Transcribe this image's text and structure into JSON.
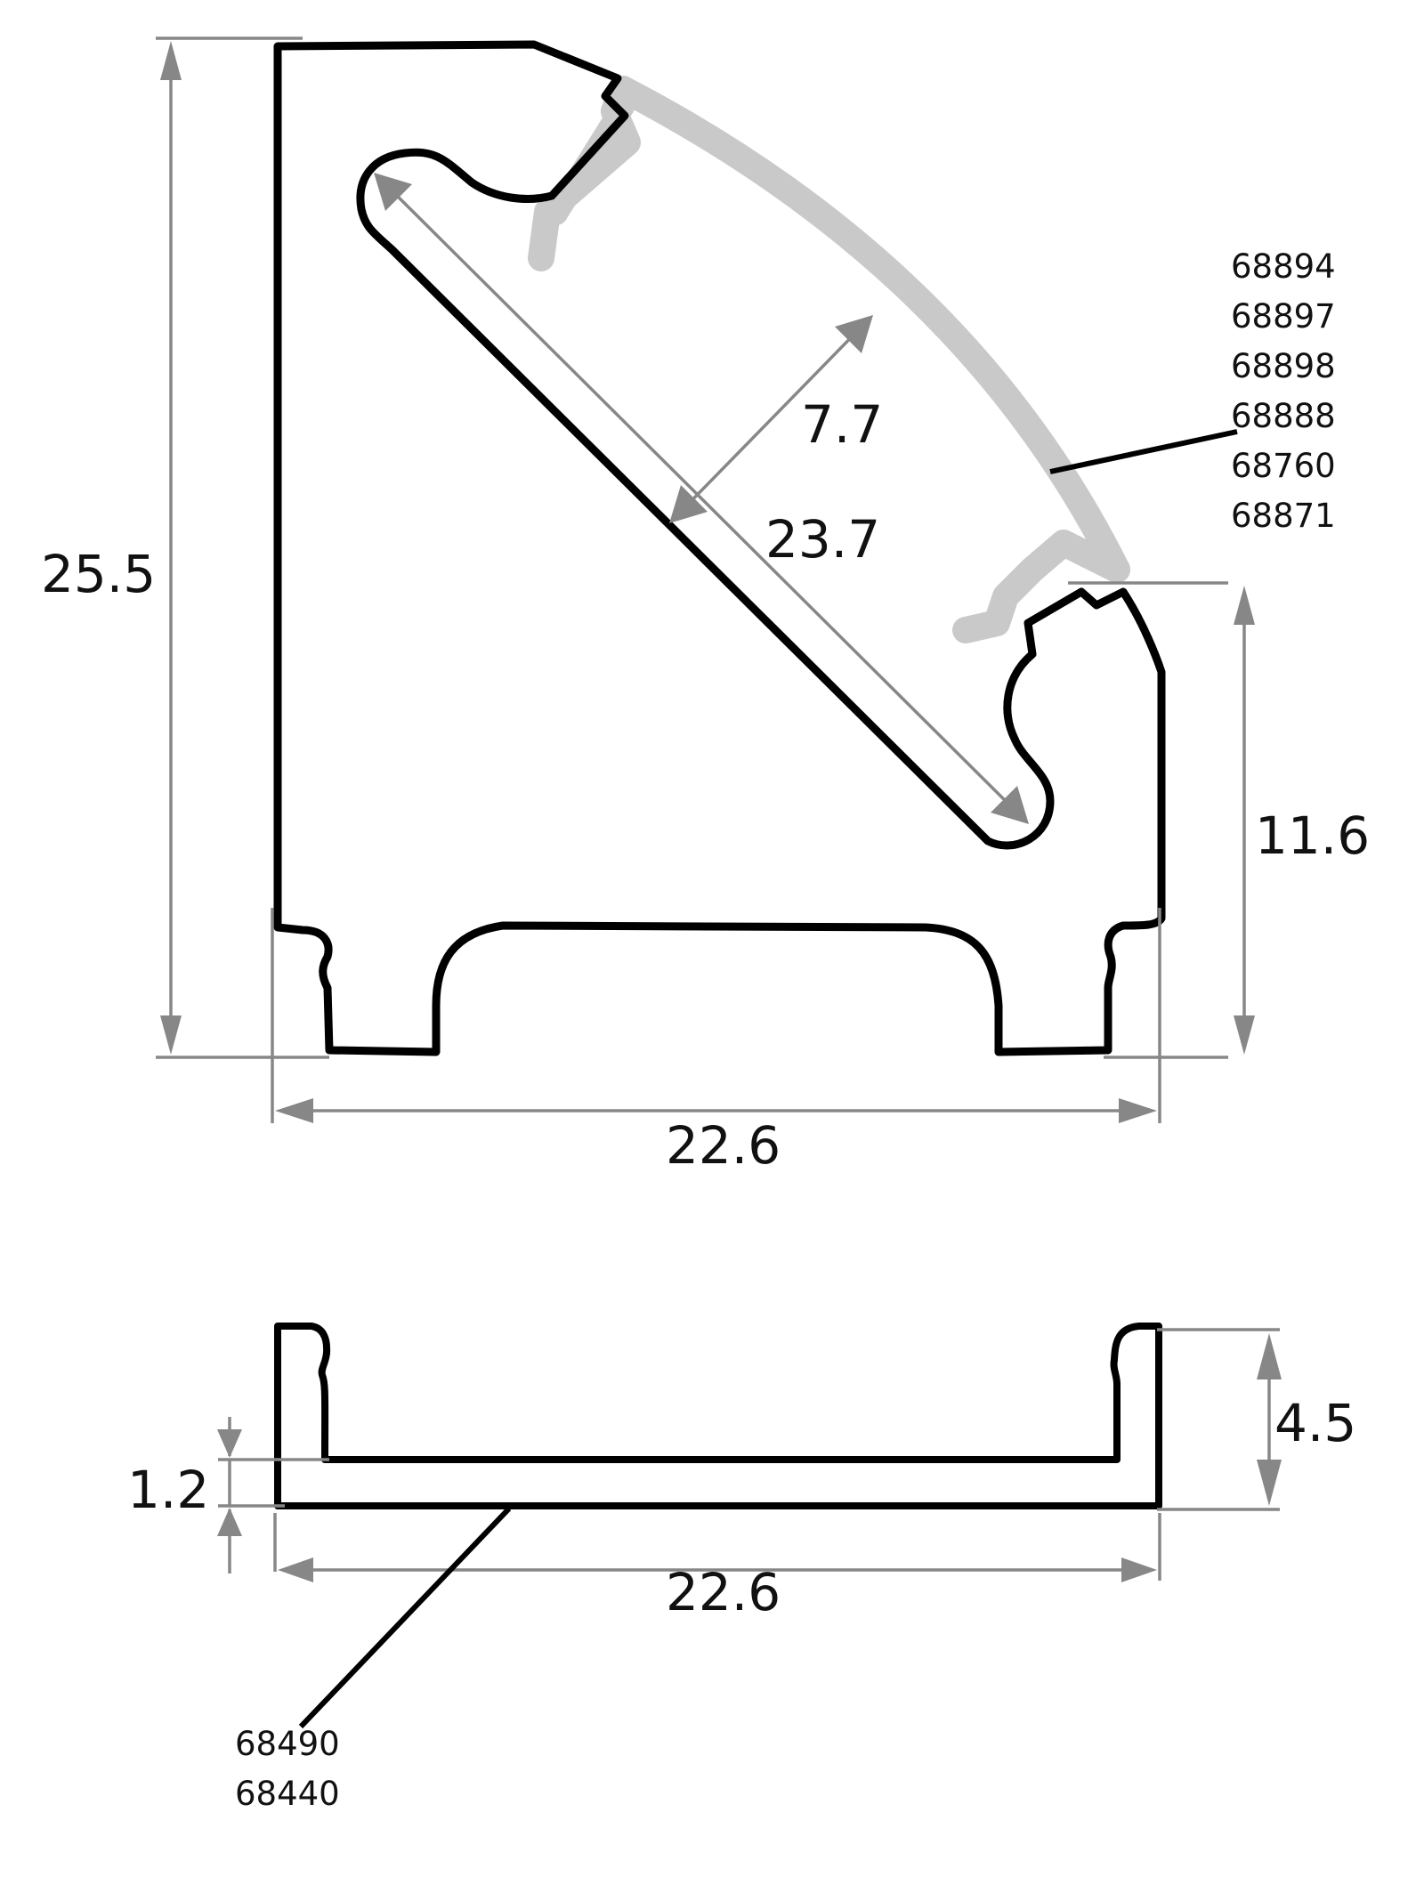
{
  "drawing": {
    "title": "Corner LED profile cross-section with diffuser and cover",
    "colors": {
      "profile_outline": "#000000",
      "diffuser": "#c9c9c9",
      "dimension_lines": "#878787",
      "text": "#111111",
      "background": "#ffffff"
    }
  },
  "main_profile": {
    "dimensions": {
      "height": "25.5",
      "width": "22.6",
      "right_side_height": "11.6",
      "led_channel_width": "23.7",
      "led_channel_depth": "7.7"
    },
    "diffuser_part_numbers": [
      "68894",
      "68897",
      "68898",
      "68888",
      "68760",
      "68871"
    ]
  },
  "cover_profile": {
    "dimensions": {
      "height": "4.5",
      "base_thickness": "1.2",
      "width": "22.6"
    },
    "part_numbers": [
      "68490",
      "68440"
    ]
  }
}
